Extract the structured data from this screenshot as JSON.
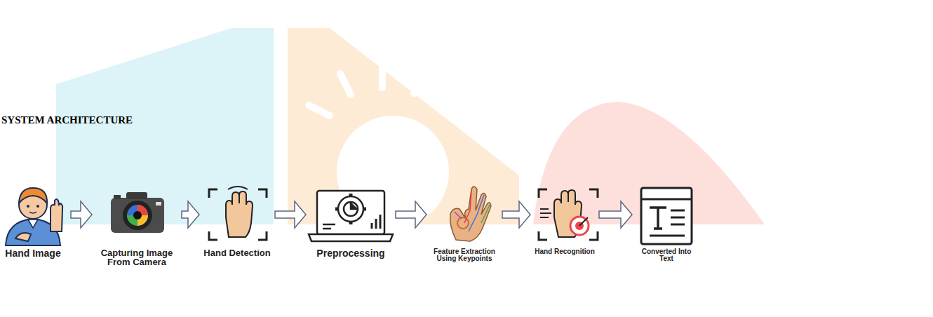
{
  "diagram": {
    "title": "SYSTEM ARCHITECTURE",
    "nodes": [
      {
        "text": [
          "Hand Image"
        ]
      },
      {
        "text": [
          "Capturing Image From Camera"
        ]
      },
      {
        "text": [
          "Hand Detection"
        ]
      },
      {
        "text": [
          "Preprocessing"
        ]
      },
      {
        "text": [
          "Feature Extraction Using Keypoints"
        ]
      },
      {
        "text": [
          "Hand Recognition"
        ]
      },
      {
        "text": [
          "Converted Into Text"
        ]
      }
    ],
    "edges": [
      {
        "from": 0,
        "to": 1,
        "arrow": "to"
      },
      {
        "from": 1,
        "to": 2,
        "arrow": "to"
      },
      {
        "from": 2,
        "to": 3,
        "arrow": "to"
      },
      {
        "from": 3,
        "to": 4,
        "arrow": "to"
      },
      {
        "from": 4,
        "to": 5,
        "arrow": "to"
      },
      {
        "from": 5,
        "to": 6,
        "arrow": "to"
      }
    ]
  }
}
